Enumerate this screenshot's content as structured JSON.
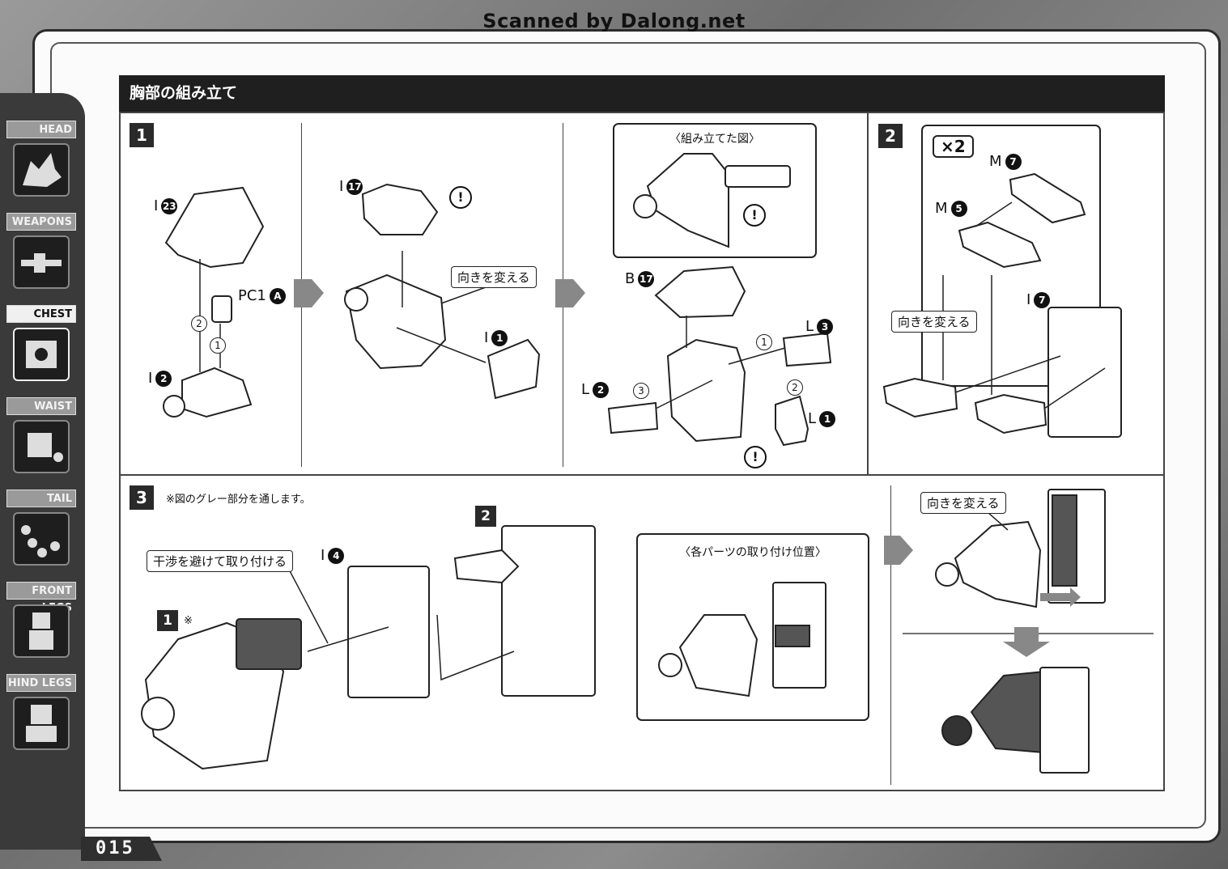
{
  "watermark": "Scanned by Dalong.net",
  "page_number": "015",
  "section_title": "胸部の組み立て",
  "sidebar": [
    {
      "label": "HEAD",
      "active": false
    },
    {
      "label": "WEAPONS",
      "active": false
    },
    {
      "label": "CHEST",
      "active": true
    },
    {
      "label": "WAIST",
      "active": false
    },
    {
      "label": "TAIL",
      "active": false
    },
    {
      "label": "FRONT LEGS",
      "active": false
    },
    {
      "label": "HIND LEGS",
      "active": false
    }
  ],
  "steps": {
    "s1": "1",
    "s2": "2",
    "s3": "3",
    "ref1": "1",
    "ref2": "2"
  },
  "parts": {
    "i23": {
      "letter": "I",
      "num": "23"
    },
    "pc1a": {
      "letter": "PC1",
      "num": "A"
    },
    "i2": {
      "letter": "I",
      "num": "2"
    },
    "i17": {
      "letter": "I",
      "num": "17"
    },
    "i1": {
      "letter": "I",
      "num": "1"
    },
    "b17": {
      "letter": "B",
      "num": "17"
    },
    "l3": {
      "letter": "L",
      "num": "3"
    },
    "l2": {
      "letter": "L",
      "num": "2"
    },
    "l1": {
      "letter": "L",
      "num": "1"
    },
    "m7": {
      "letter": "M",
      "num": "7"
    },
    "m5": {
      "letter": "M",
      "num": "5"
    },
    "i7": {
      "letter": "I",
      "num": "7"
    },
    "i4": {
      "letter": "I",
      "num": "4"
    }
  },
  "order_marks": [
    "2",
    "1",
    "1",
    "3",
    "2"
  ],
  "callouts": {
    "turn": "向きを変える",
    "avoid": "干渉を避けて取り付ける",
    "assembled_view": "〈組み立てた図〉",
    "positions_view": "〈各パーツの取り付け位置〉",
    "multiplier": "×2",
    "note_gray": "※図のグレー部分を通します。",
    "asterisk": "※",
    "caution": "!"
  }
}
